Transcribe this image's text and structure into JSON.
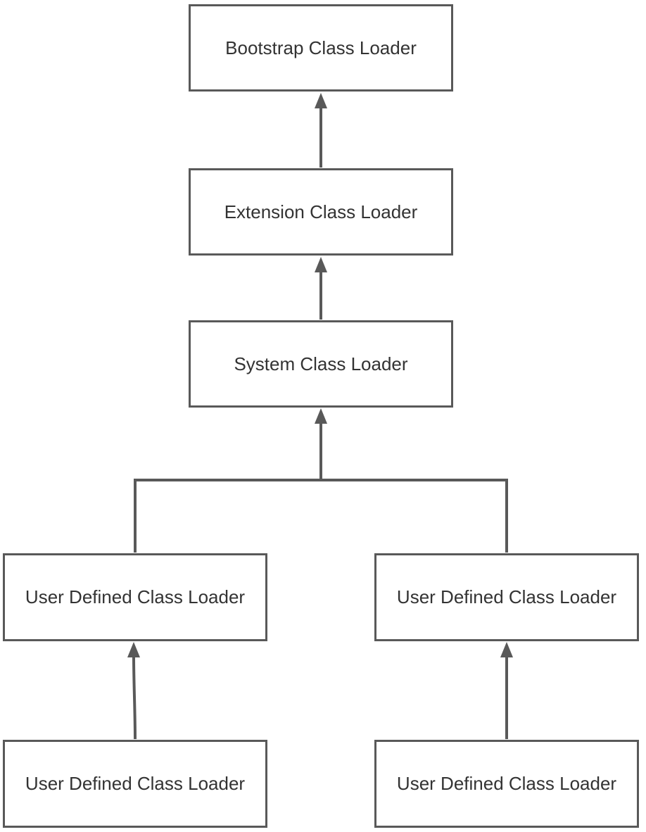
{
  "nodes": {
    "bootstrap": "Bootstrap Class Loader",
    "extension": "Extension Class Loader",
    "system": "System Class Loader",
    "user_mid_left": "User Defined Class Loader",
    "user_mid_right": "User Defined Class Loader",
    "user_bot_left": "User Defined Class Loader",
    "user_bot_right": "User Defined Class Loader"
  },
  "colors": {
    "stroke": "#595959",
    "text": "#333333",
    "background": "#ffffff"
  }
}
